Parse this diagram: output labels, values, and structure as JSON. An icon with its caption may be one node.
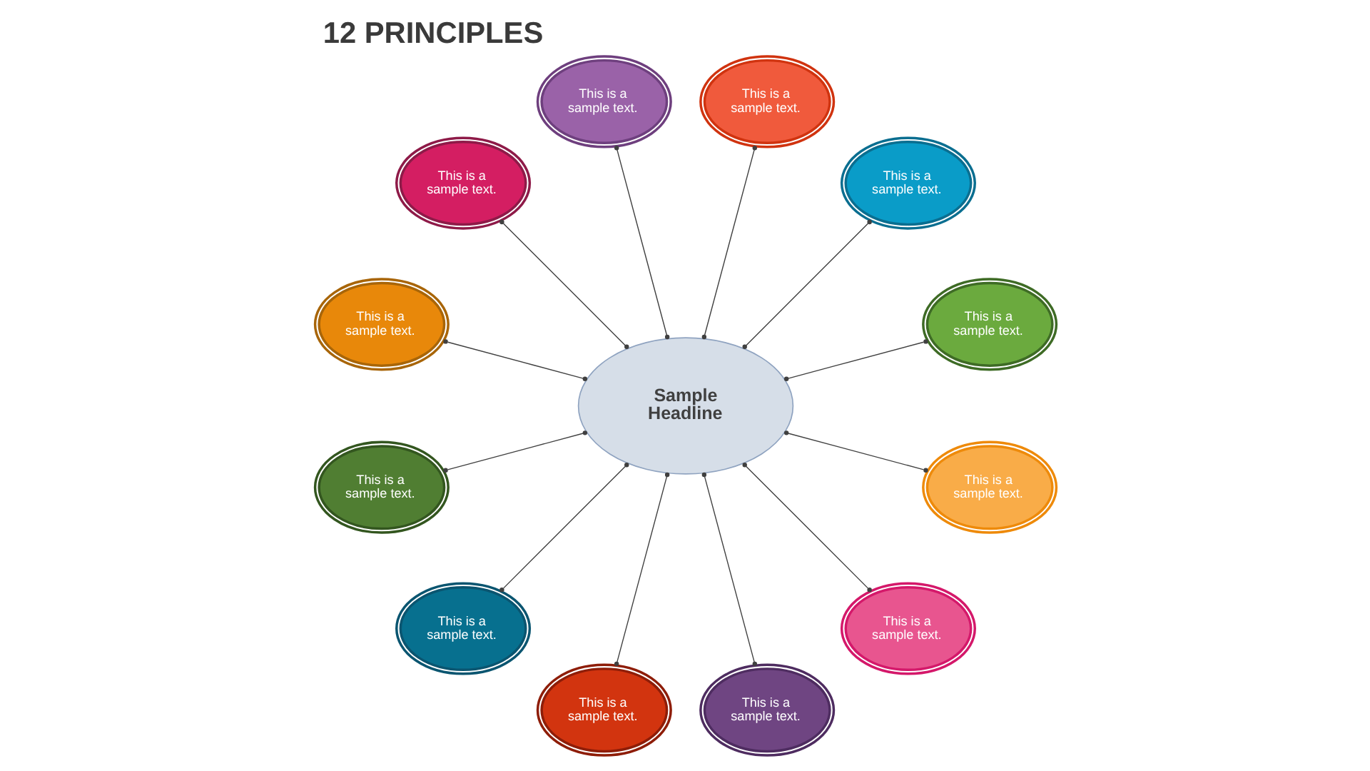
{
  "diagram": {
    "title": "12 PRINCIPLES",
    "nodes": [
      {
        "text": [
          "Sample Headline"
        ]
      },
      {
        "text": [
          "This is a sample text."
        ]
      },
      {
        "text": [
          "This is a sample text."
        ]
      },
      {
        "text": [
          "This is a sample text."
        ]
      },
      {
        "text": [
          "This is a sample text."
        ]
      },
      {
        "text": [
          "This is a sample text."
        ]
      },
      {
        "text": [
          "This is a sample text."
        ]
      },
      {
        "text": [
          "This is a sample text."
        ]
      },
      {
        "text": [
          "This is a sample text."
        ]
      },
      {
        "text": [
          "This is a sample text."
        ]
      },
      {
        "text": [
          "This is a sample text."
        ]
      },
      {
        "text": [
          "This is a sample text."
        ]
      },
      {
        "text": [
          "This is a sample text."
        ]
      }
    ],
    "edges": [
      {
        "from": 1,
        "to": 0,
        "arrow": "other"
      },
      {
        "from": 2,
        "to": 0,
        "arrow": "other"
      },
      {
        "from": 3,
        "to": 0,
        "arrow": "other"
      },
      {
        "from": 4,
        "to": 0,
        "arrow": "other"
      },
      {
        "from": 5,
        "to": 0,
        "arrow": "other"
      },
      {
        "from": 6,
        "to": 0,
        "arrow": "other"
      },
      {
        "from": 7,
        "to": 0,
        "arrow": "other"
      },
      {
        "from": 8,
        "to": 0,
        "arrow": "other"
      },
      {
        "from": 9,
        "to": 0,
        "arrow": "other"
      },
      {
        "from": 10,
        "to": 0,
        "arrow": "other"
      },
      {
        "from": 11,
        "to": 0,
        "arrow": "other"
      },
      {
        "from": 12,
        "to": 0,
        "arrow": "other"
      }
    ]
  }
}
